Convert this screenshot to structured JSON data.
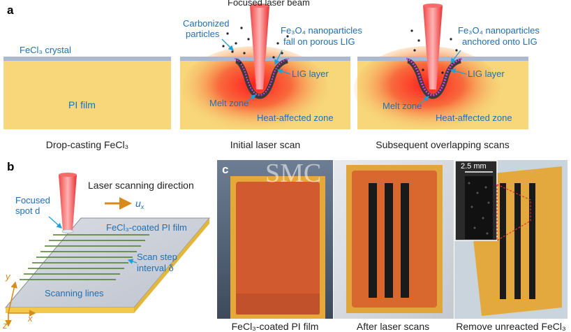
{
  "panels": {
    "a": "a",
    "b": "b",
    "c": "c"
  },
  "panel_a": {
    "step1": {
      "crystal_label": "FeCl₃ crystal",
      "film_label": "PI film",
      "caption": "Drop-casting FeCl₃"
    },
    "step2": {
      "beam_label": "Focused laser beam",
      "carbon_label_line1": "Carbonized",
      "carbon_label_line2": "particles",
      "fe_label_line1": "Fe₃O₄ nanoparticles",
      "fe_label_line2": "fall on porous LIG",
      "lig_label": "LIG layer",
      "melt_label": "Melt zone",
      "haz_label": "Heat-affected zone",
      "caption": "Initial laser scan"
    },
    "step3": {
      "fe_label_line1": "Fe₃O₄ nanoparticles",
      "fe_label_line2": "anchored onto LIG",
      "lig_label": "LIG layer",
      "melt_label": "Melt zone",
      "haz_label": "Heat-affected zone",
      "caption": "Subsequent overlapping scans"
    }
  },
  "panel_b": {
    "focused_line1": "Focused",
    "focused_line2": "spot d",
    "direction_label": "Laser scanning direction",
    "ux_label": "u",
    "ux_sub": "x",
    "coated_film_label": "FeCl₃-coated PI film",
    "step_line1": "Scan step",
    "step_line2": "interval δ",
    "lines_label": "Scanning lines",
    "axis_x": "x",
    "axis_y": "y",
    "axis_z": "z"
  },
  "panel_c": {
    "caption1": "FeCl₃-coated PI film",
    "caption2": "After laser scans",
    "caption3": "Remove unreacted FeCl₃",
    "scale_label": "2.5 mm",
    "watermark": "SMC"
  },
  "colors": {
    "film": "#f7d77a",
    "crystal": "#a9b8d4",
    "label_blue": "#1f6fb5",
    "laser_red": "#e83a3a",
    "lig_dark": "#3b3b3b",
    "fe_pink": "#e040e0",
    "scan_line_green": "#4e7a2a"
  }
}
